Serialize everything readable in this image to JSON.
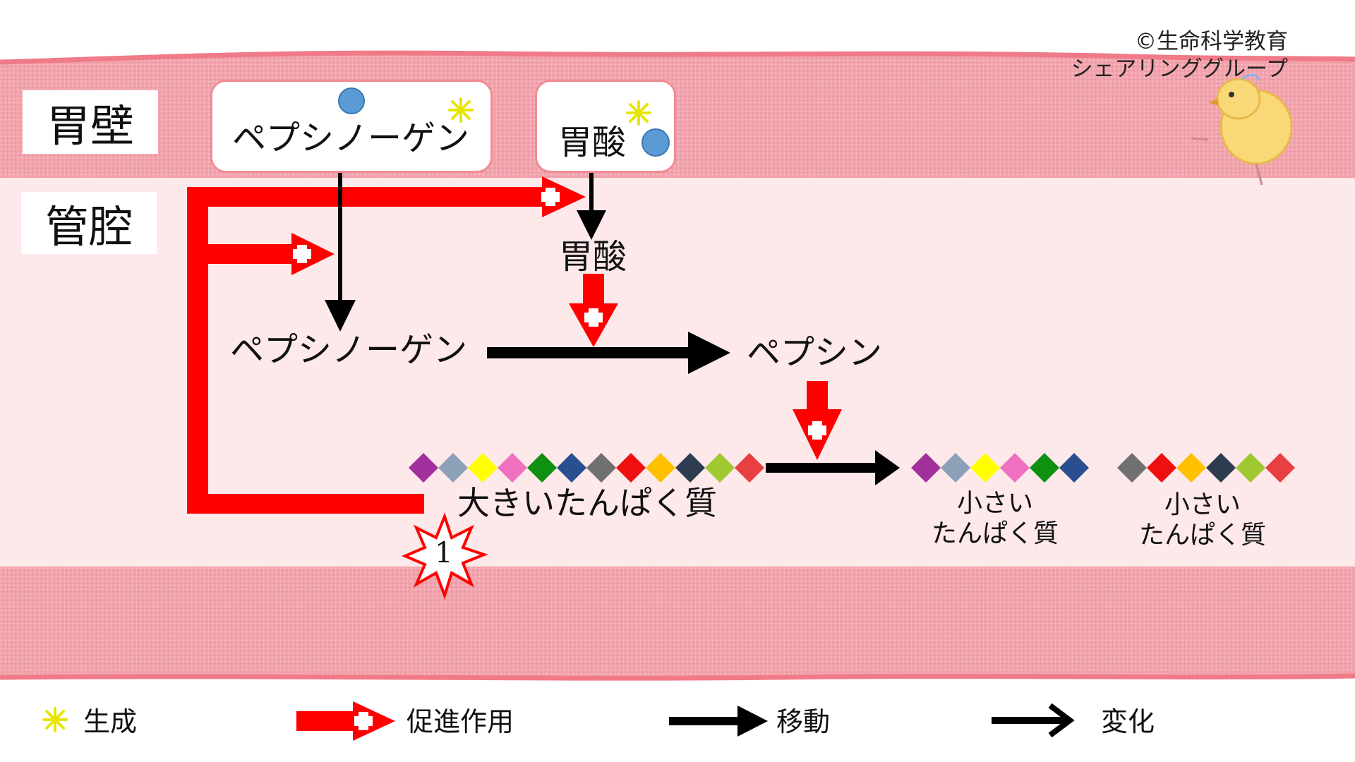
{
  "copyright": {
    "line1": "©生命科学教育",
    "line2": "シェアリンググループ"
  },
  "regions": {
    "stomach_wall": "胃壁",
    "lumen": "管腔"
  },
  "wall_boxes": {
    "pepsinogen": "ペプシノーゲン",
    "acid": "胃酸"
  },
  "lumen_nodes": {
    "acid": "胃酸",
    "pepsinogen": "ペプシノーゲン",
    "pepsin": "ペプシン",
    "large_protein": "大きいたんぱく質",
    "small_protein_1": [
      "小さい",
      "たんぱく質"
    ],
    "small_protein_2": [
      "小さい",
      "たんぱく質"
    ]
  },
  "burst_number": "1",
  "legend": {
    "generate": "生成",
    "promote": "促進作用",
    "move": "移動",
    "change": "変化"
  },
  "colors": {
    "wall": "#f2a4ad",
    "wall_edge": "#f07a88",
    "lumen": "#fde8ea",
    "promote": "#ff0000",
    "arrow": "#000000",
    "enzyme_dot": "#5b9bd5",
    "spark": "#e6e600"
  },
  "protein_beads": {
    "large": [
      "#a1309c",
      "#8aa1b8",
      "#ffff00",
      "#f070c0",
      "#109010",
      "#2a4f90",
      "#707070",
      "#ee1010",
      "#ffc000",
      "#2e3c50",
      "#a0c830",
      "#e84040"
    ],
    "small_1": [
      "#a1309c",
      "#8aa1b8",
      "#ffff00",
      "#f070c0",
      "#109010",
      "#2a4f90"
    ],
    "small_2": [
      "#707070",
      "#ee1010",
      "#ffc000",
      "#2e3c50",
      "#a0c830",
      "#e84040"
    ]
  }
}
